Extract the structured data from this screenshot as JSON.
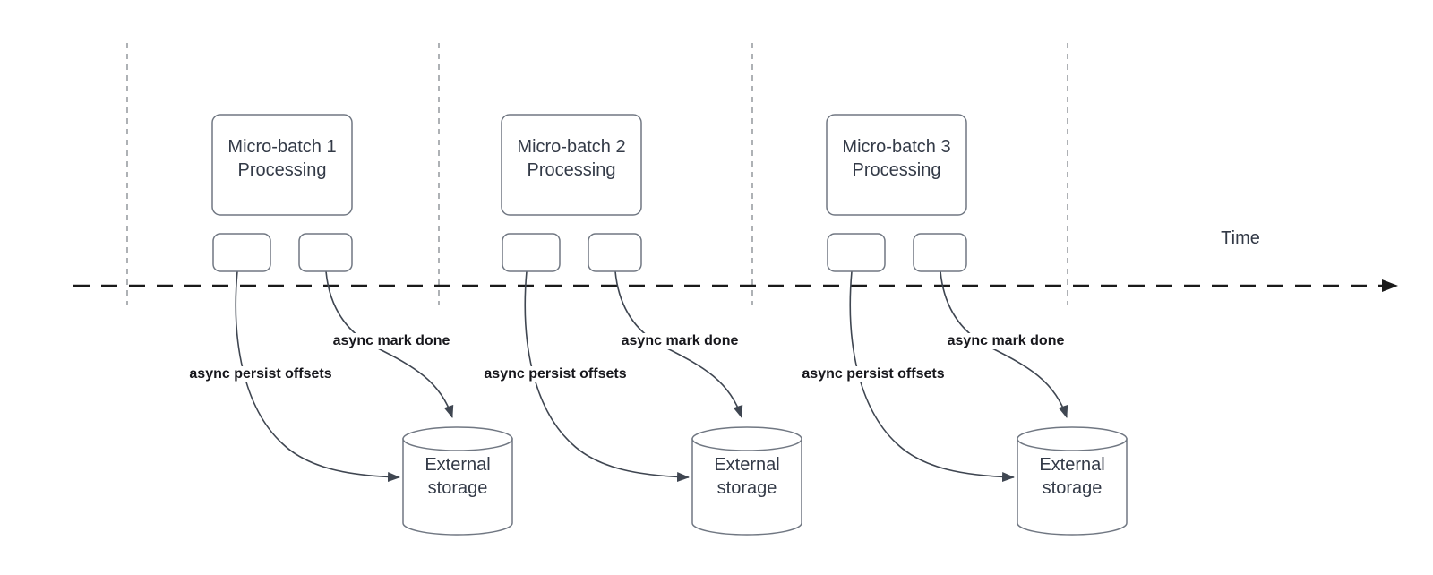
{
  "diagram": {
    "time_label": "Time",
    "groups": [
      {
        "box": "Micro-batch 1\nProcessing",
        "persist": "async persist offsets",
        "done": "async mark done",
        "storage": "External\nstorage"
      },
      {
        "box": "Micro-batch 2\nProcessing",
        "persist": "async persist offsets",
        "done": "async mark done",
        "storage": "External\nstorage"
      },
      {
        "box": "Micro-batch 3\nProcessing",
        "persist": "async persist offsets",
        "done": "async mark done",
        "storage": "External\nstorage"
      }
    ],
    "colors": {
      "background": "#ffffff",
      "shape_stroke": "#707782",
      "arrow_stroke": "#3f4651",
      "box_text": "#333a47",
      "bold_label_text": "#17171c",
      "timeline": "#1a1a1a",
      "guide_line": "#a6a9ad"
    }
  }
}
